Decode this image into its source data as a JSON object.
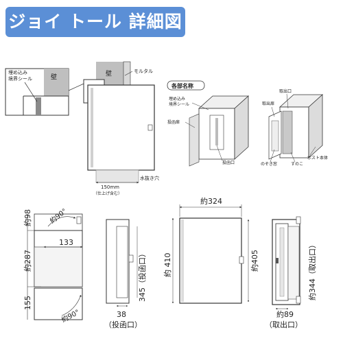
{
  "title": "ジョイ トール 詳細図",
  "colors": {
    "title_bg": "#5b8fd6",
    "title_fg": "#ffffff",
    "wall": "#bfbfbf",
    "line": "#333333",
    "post": "#e6e6e6"
  },
  "inset": {
    "wall": "壁",
    "label": "埋め込み\n境界シール"
  },
  "install": {
    "wall": "壁",
    "mortar": "モルタル",
    "hole": "水抜き穴",
    "dim": "150mm",
    "dim_note": "（仕上げ含む）"
  },
  "parts": {
    "heading": "各部名称",
    "seal": "埋め込み\n境界シール",
    "slot_face": "投函扉",
    "slot": "投函口",
    "takeout": "取出口",
    "takeout_door": "取出扉",
    "peek": "のぞき窓",
    "sunoko": "すのこ",
    "body": "ポスト本体"
  },
  "dims": {
    "top": "約98",
    "angle_top": "約90°",
    "mid": "133",
    "height": "約287",
    "bottom": "155",
    "angle_bottom": "約90°",
    "slot_h": "345（投函口）",
    "slot_w": "38",
    "slot_w_note": "（投函口）",
    "width": "約324",
    "front_h": "約 410",
    "front_h2": "約405",
    "take_h": "約344（取出口）",
    "take_w": "約89",
    "take_w_note": "（取出口）"
  }
}
